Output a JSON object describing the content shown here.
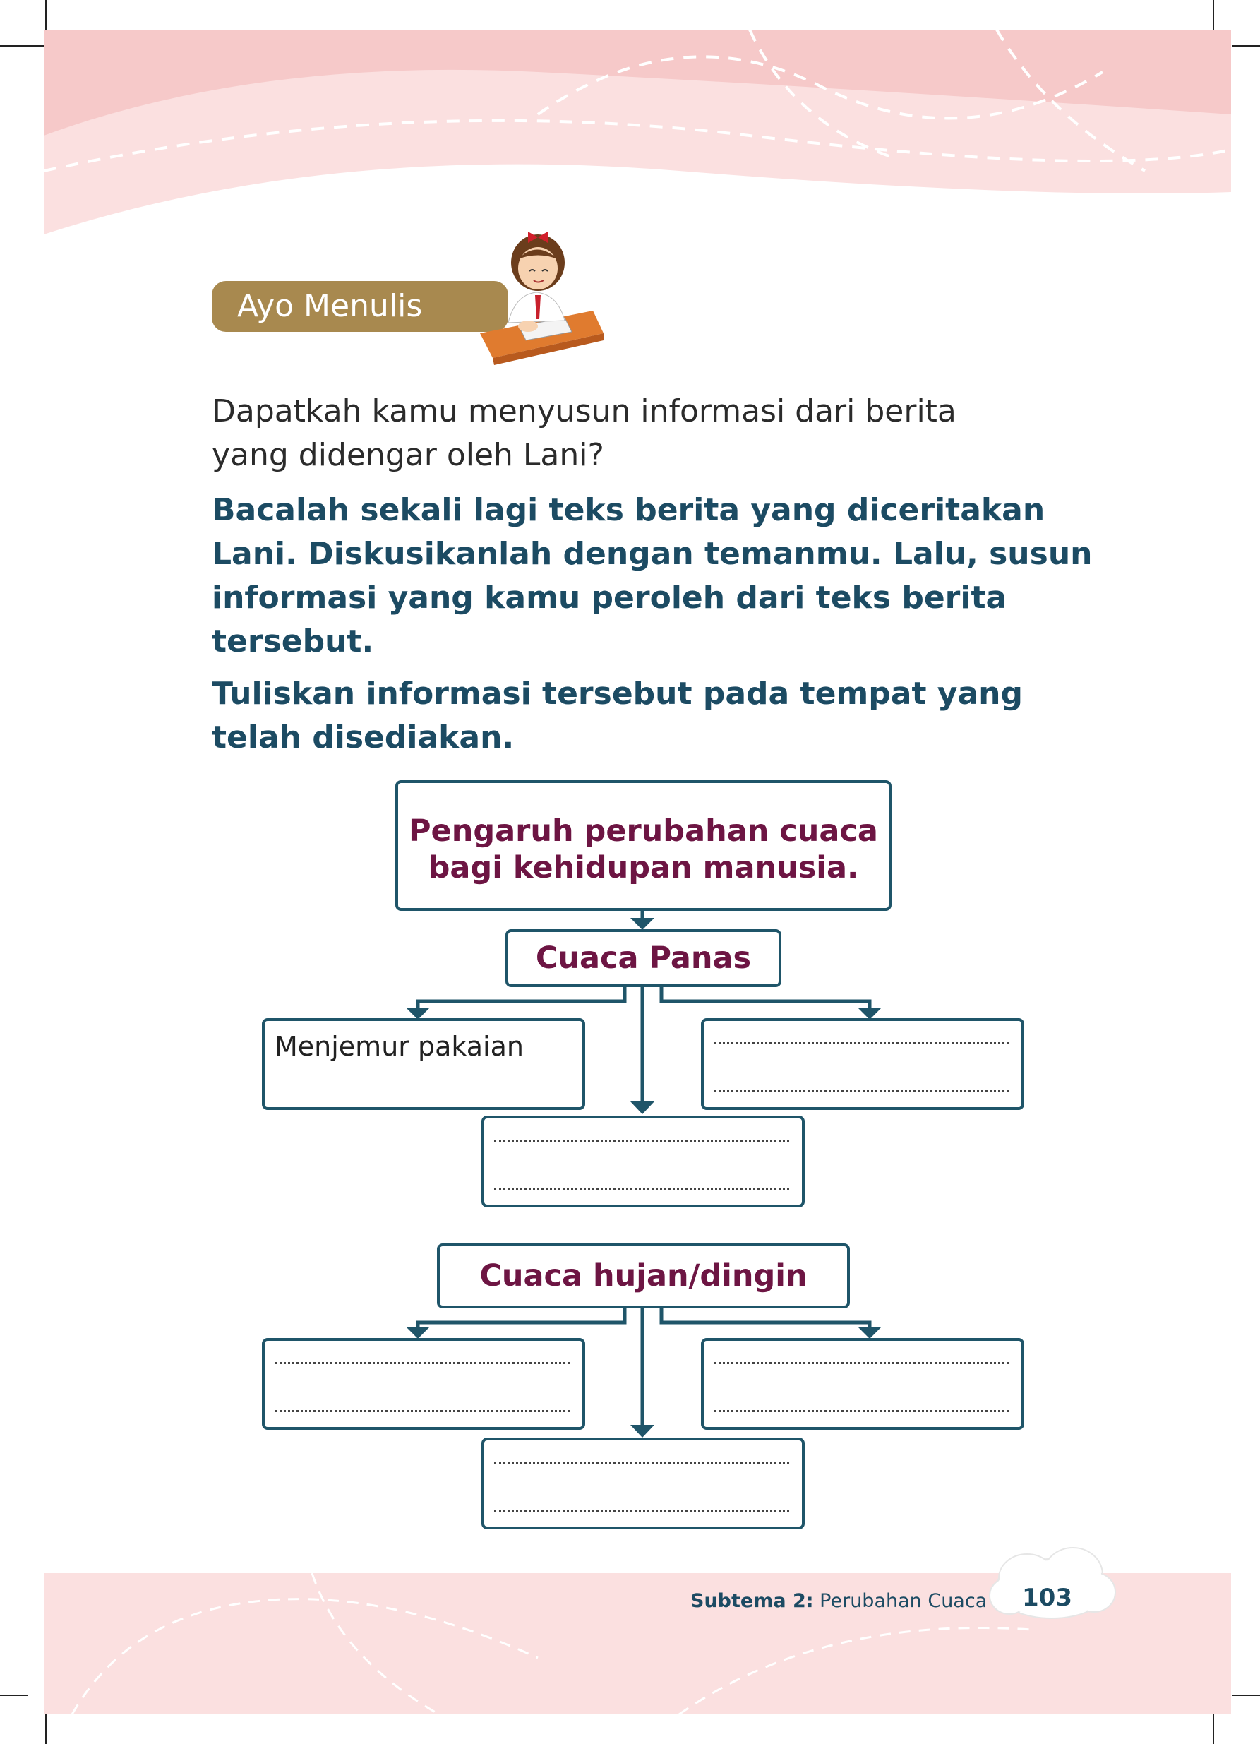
{
  "section_label": "Ayo Menulis",
  "intro": {
    "line1": "Dapatkah kamu menyusun informasi dari berita",
    "line2": "yang didengar oleh Lani?"
  },
  "instruction1": {
    "line1": "Bacalah sekali lagi teks berita yang diceritakan",
    "line2": "Lani. Diskusikanlah dengan temanmu. Lalu, susun",
    "line3": "informasi yang kamu peroleh dari teks berita",
    "line4": "tersebut."
  },
  "instruction2": {
    "line1": "Tuliskan informasi tersebut pada tempat yang",
    "line2": "telah disediakan."
  },
  "diagram": {
    "root": {
      "line1": "Pengaruh perubahan cuaca",
      "line2": "bagi kehidupan manusia."
    },
    "hot": {
      "label": "Cuaca Panas",
      "left_answer": "Menjemur pakaian"
    },
    "rain": {
      "label": "Cuaca hujan/dingin"
    }
  },
  "footer": {
    "subtheme_label": "Subtema 2:",
    "subtheme_title": "Perubahan Cuaca",
    "page_number": "103"
  },
  "colors": {
    "heading_dark_blue": "#1c4b63",
    "box_border": "#1f5569",
    "title_maroon": "#6d1543",
    "label_tan": "#a8894f",
    "pink_bg": "#f9d6d6"
  }
}
